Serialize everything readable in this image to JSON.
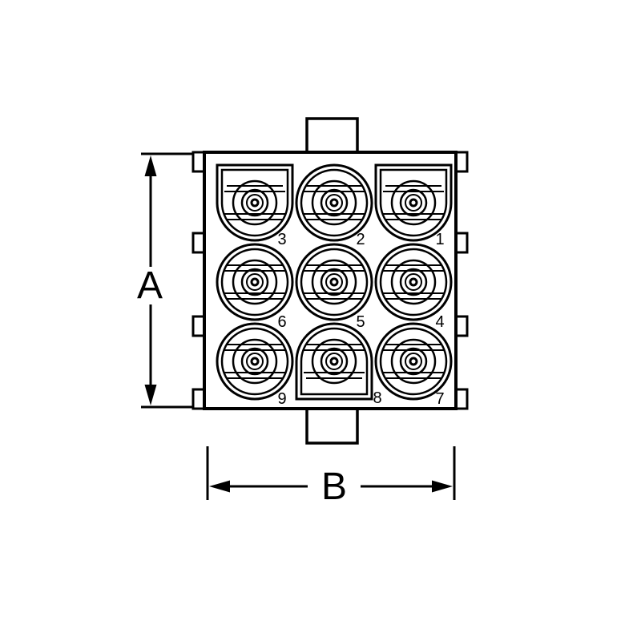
{
  "drawing": {
    "type": "connector-face-technical-drawing",
    "colors": {
      "ink": "#000000",
      "background": "#ffffff"
    },
    "dimensions": {
      "vertical_label": "A",
      "horizontal_label": "B"
    },
    "pins": {
      "labels": [
        "3",
        "2",
        "1",
        "6",
        "5",
        "4",
        "9",
        "8",
        "7"
      ]
    }
  }
}
